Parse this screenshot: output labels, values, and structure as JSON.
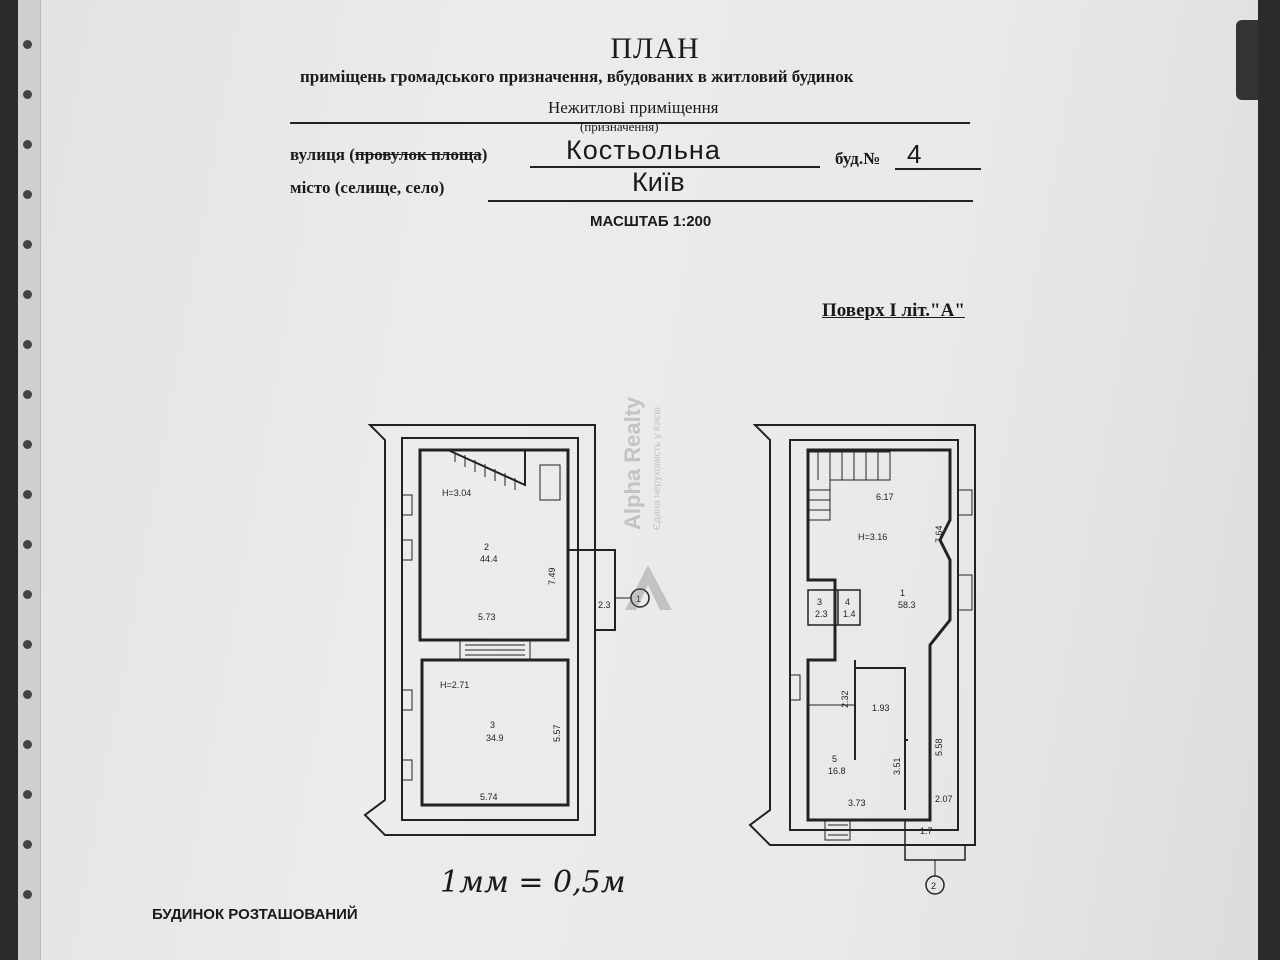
{
  "header": {
    "title": "ПЛАН",
    "subtitle": "приміщень громадського призначення, вбудованих в житловий будинок",
    "purpose_value": "Нежитлові приміщення",
    "purpose_caption": "(призначення)"
  },
  "address": {
    "street_label": "вулиця (",
    "street_label_struck": "провулок площа",
    "street_label_end": ")",
    "street_value": "Костьольна",
    "building_label": "буд.№",
    "building_value": "4",
    "city_label": "місто (селище, село)",
    "city_value": "Київ"
  },
  "scale_text": "МАСШТАБ 1:200",
  "floor_label": "Поверх I літ.\"А\"",
  "watermark": {
    "brand": "Alpha Realty",
    "tagline": "Єдина нерухомість у Києві"
  },
  "plan_left": {
    "room1_height": "H=3.04",
    "room1_number": "2",
    "room1_area": "44.4",
    "room1_len": "7.49",
    "room1_width": "5.73",
    "entrance_width": "2.3",
    "entrance_marker": "1",
    "room2_height": "H=2.71",
    "room2_number": "3",
    "room2_area": "34.9",
    "room2_len": "5.57",
    "room2_width": "5.74"
  },
  "plan_right": {
    "top_width": "6.17",
    "height": "H=3.16",
    "main_len": "7.64",
    "main_number": "1",
    "main_area": "58.3",
    "wc1_number": "3",
    "wc1_area": "2.3",
    "wc2_number": "4",
    "wc2_area": "1.4",
    "small_len": "2.32",
    "corridor_width": "1.93",
    "right_len": "5.58",
    "room5_number": "5",
    "room5_area": "16.8",
    "room5_len": "3.51",
    "bottom_left_width": "3.73",
    "bottom_right_width": "2.07",
    "vest_area": "1.7",
    "entrance_marker": "2"
  },
  "handwriting": "1мм = 0,5м",
  "footer_text": "БУДИНОК РОЗТАШОВАНИЙ"
}
